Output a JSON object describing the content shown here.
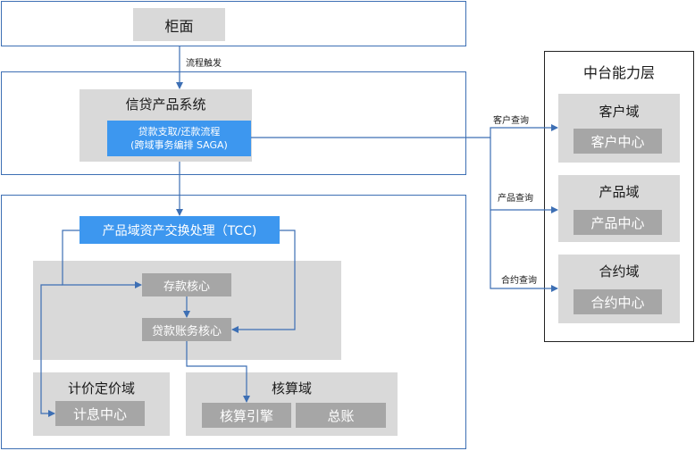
{
  "counter": {
    "label": "柜面"
  },
  "edges": {
    "flow_trigger": "流程触发",
    "customer_query": "客户查询",
    "product_query": "产品查询",
    "contract_query": "合约查询"
  },
  "credit_system": {
    "title": "信贷产品系统",
    "process_line1": "贷款支取/还款流程",
    "process_line2": "(跨域事务编排 SAGA)"
  },
  "product_domain": {
    "tcc_label": "产品域资产交换处理（TCC)",
    "deposit_core": "存款核心",
    "loan_core": "贷款账务核心"
  },
  "pricing_domain": {
    "title": "计价定价域",
    "interest_center": "计息中心"
  },
  "accounting_domain": {
    "title": "核算域",
    "engine": "核算引擎",
    "ledger": "总账"
  },
  "middle_platform": {
    "title": "中台能力层",
    "customer": {
      "domain": "客户域",
      "center": "客户中心"
    },
    "product": {
      "domain": "产品域",
      "center": "产品中心"
    },
    "contract": {
      "domain": "合约域",
      "center": "合约中心"
    }
  }
}
